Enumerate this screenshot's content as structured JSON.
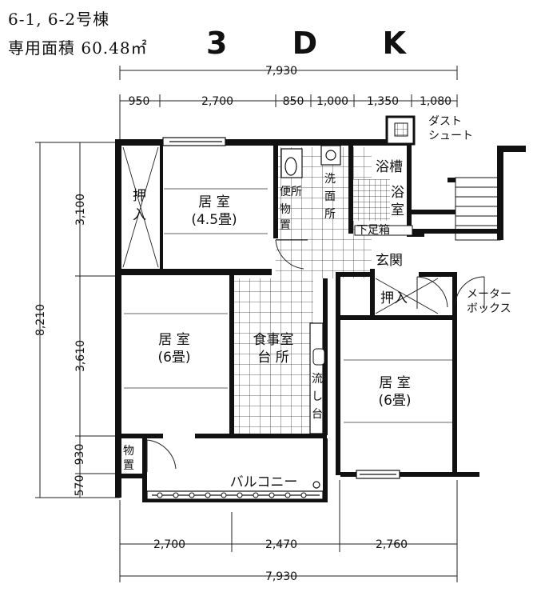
{
  "header": {
    "building": "6-1, 6-2号棟",
    "area_label": "専用面積 60.48㎡",
    "type": "3 D K"
  },
  "dimensions": {
    "top_total": "7,930",
    "top_segments": [
      "950",
      "2,700",
      "850",
      "1,000",
      "1,350",
      "1,080"
    ],
    "left_total": "8,210",
    "left_segments": [
      "3,100",
      "3,610",
      "930",
      "570"
    ],
    "bottom_segments": [
      "2,700",
      "2,470",
      "2,760"
    ],
    "bottom_total": "7,930"
  },
  "rooms": {
    "oshiire_left": "押入",
    "room1_name": "居 室",
    "room1_size": "(4.5畳)",
    "toilet": "便所",
    "storage_mid": "物置",
    "washroom": "洗面所",
    "bathtub": "浴槽",
    "bathroom": "浴室",
    "shoe_box": "下足箱",
    "entrance": "玄関",
    "oshiire_right": "押入",
    "room2_name": "居 室",
    "room2_size": "(6畳)",
    "dining1": "食事室",
    "dining2": "台 所",
    "sink": "流し台",
    "room3_name": "居 室",
    "room3_size": "(6畳)",
    "storage_balcony": "物置",
    "balcony": "バルコニー"
  },
  "labels": {
    "dust1": "ダスト",
    "dust2": "シュート",
    "meter1": "メーター",
    "meter2": "ボックス"
  }
}
